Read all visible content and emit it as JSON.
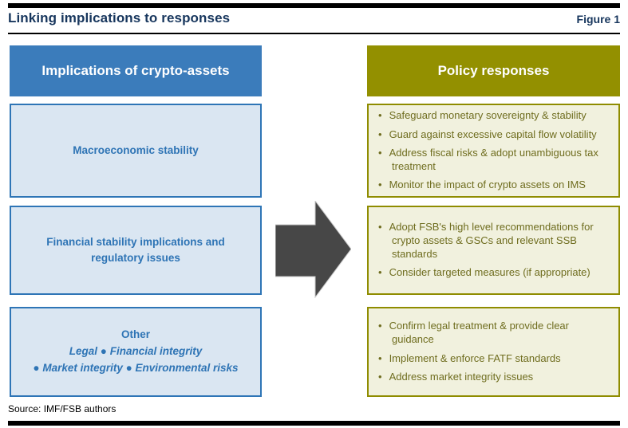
{
  "header": {
    "title": "Linking implications to responses",
    "figure_label": "Figure 1"
  },
  "left_column": {
    "header": "Implications of crypto-assets",
    "boxes": [
      {
        "title": "Macroeconomic stability"
      },
      {
        "title": "Financial stability implications and regulatory issues"
      },
      {
        "title": "Other",
        "details": [
          "Legal ● Financial integrity",
          "● Market integrity ● Environmental risks"
        ]
      }
    ]
  },
  "right_column": {
    "header": "Policy responses",
    "boxes": [
      {
        "bullets": [
          "Safeguard monetary sovereignty & stability",
          "Guard against excessive capital flow volatility",
          "Address fiscal risks & adopt unambiguous tax treatment",
          "Monitor the impact of crypto assets on IMS"
        ]
      },
      {
        "bullets": [
          "Adopt FSB's high level recommendations for crypto assets & GSCs and relevant SSB standards",
          "Consider targeted measures (if appropriate)"
        ]
      },
      {
        "bullets": [
          "Confirm legal treatment & provide clear guidance",
          "Implement & enforce FATF standards",
          "Address market integrity issues"
        ]
      }
    ]
  },
  "footer": {
    "source": "Source: IMF/FSB authors"
  },
  "icons": {
    "arrow": "right-arrow-icon"
  },
  "colors": {
    "title_navy": "#17365D",
    "blue_header_bg": "#3B7CBB",
    "blue_box_bg": "#DAE6F2",
    "blue_border": "#2E75B6",
    "blue_text": "#2E74B5",
    "olive_header_bg": "#939000",
    "olive_box_bg": "#F1F1DE",
    "olive_border": "#8F8C00",
    "olive_text": "#6F6D1F",
    "arrow_gray": "#474747",
    "rule_black": "#000000"
  }
}
